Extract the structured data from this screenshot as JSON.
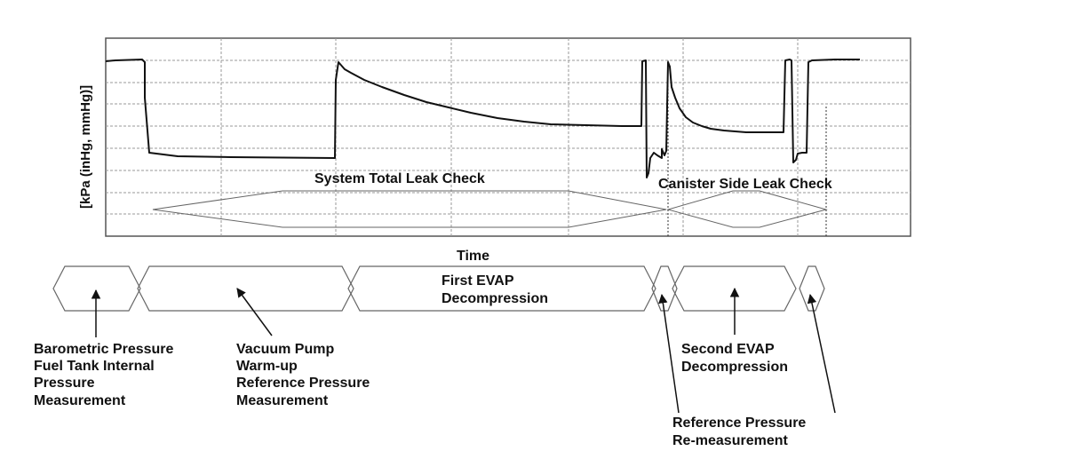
{
  "chart": {
    "y_axis_label": "[kPa (inHg, mmHg)]",
    "x_axis_label": "Time",
    "annotations": {
      "system_total_leak_check": "System Total Leak Check",
      "canister_side_leak_check": "Canister Side Leak Check"
    }
  },
  "phases": {
    "first_evap": [
      "First EVAP",
      "Decompression"
    ]
  },
  "callouts": {
    "barometric": [
      "Barometric Pressure",
      "Fuel Tank Internal",
      "Pressure",
      "Measurement"
    ],
    "vacuum_pump": [
      "Vacuum Pump",
      "Warm-up",
      "Reference Pressure",
      "Measurement"
    ],
    "second_evap": [
      "Second EVAP",
      "Decompression"
    ],
    "reference_remeasure": [
      "Reference Pressure",
      "Re-measurement"
    ]
  },
  "colors": {
    "trace": "#111111",
    "frame": "#555555",
    "grid": "#9a9a9a",
    "envelope": "#666666"
  }
}
